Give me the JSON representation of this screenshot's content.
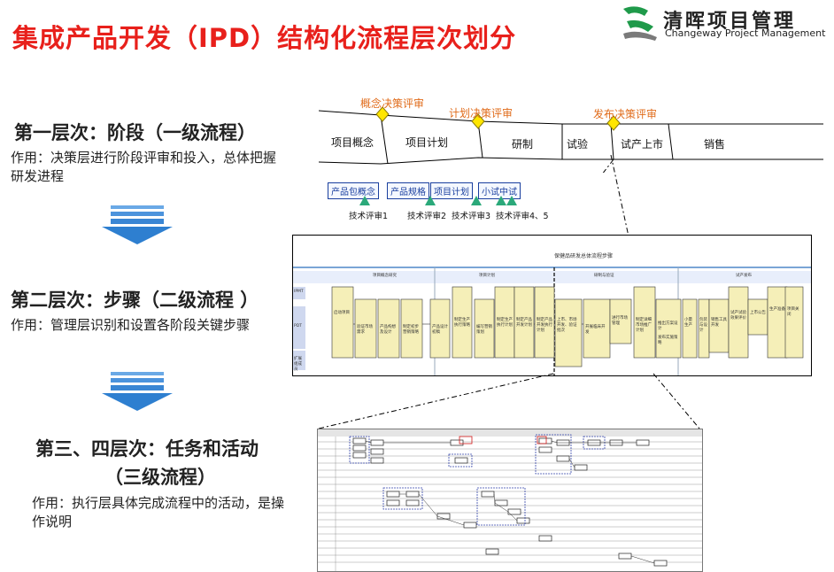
{
  "title": "集成产品开发（IPD）结构化流程层次划分",
  "logo": {
    "cn": "清晖项目管理",
    "en": "Changeway Project Management"
  },
  "levels": [
    {
      "heading": "第一层次：阶段（一级流程）",
      "desc": "作用：决策层进行阶段评审和投入，总体把握研发进程"
    },
    {
      "heading": "第二层次：步骤（二级流程 ）",
      "desc": "作用：管理层识别和设置各阶段关键步骤"
    },
    {
      "heading_line1": "第三、四层次：任务和活动",
      "heading_line2": "（三级流程）",
      "desc": "作用：执行层具体完成流程中的活动，是操作说明"
    }
  ],
  "stages": [
    "项目概念",
    "项目计划",
    "研制",
    "试验",
    "试产上市",
    "销售"
  ],
  "reviews": [
    "概念决策评审",
    "计划决策评审",
    "发布决策评审"
  ],
  "sub_phases": [
    "产品包概念",
    "产品规格",
    "项目计划",
    "小试中试"
  ],
  "tech_reviews": [
    "技术评审1",
    "技术评审2",
    "技术评审3",
    "技术评审4、5"
  ],
  "level2": {
    "header": "保健品研发总体流程步骤",
    "phases": [
      "项目概念研究",
      "项目计划",
      "研制与验证",
      "试产发布"
    ],
    "lanes": [
      "IPMT",
      "PDT",
      "扩展组成员"
    ],
    "steps": [
      "启动项目",
      "验证市场需求",
      "产品构想及设计",
      "制定初步营销策略",
      "产品设计初稿",
      "制定生产执行策略",
      "编写营销策划",
      "制定生产执行计划",
      "制定产品开发计划",
      "制定产品开发执行计划",
      "上市、市场开发、验证批次",
      "开展临床开发",
      "进行市场管理",
      "制定详细市场推广计划",
      "推出方案设计",
      "发布实施策略",
      "小量生产",
      "包装与设计",
      "销售工具开发",
      "试产试验效果评价",
      "上市公告",
      "生产准备",
      "项目关闭"
    ]
  },
  "colors": {
    "title": "#e8201b",
    "review": "#e06b1a",
    "subphase": "#1a3f9e",
    "arrow": "#2e7fd0",
    "marker_diamond": "#ffe600",
    "marker_triangle": "#2ba97a"
  }
}
